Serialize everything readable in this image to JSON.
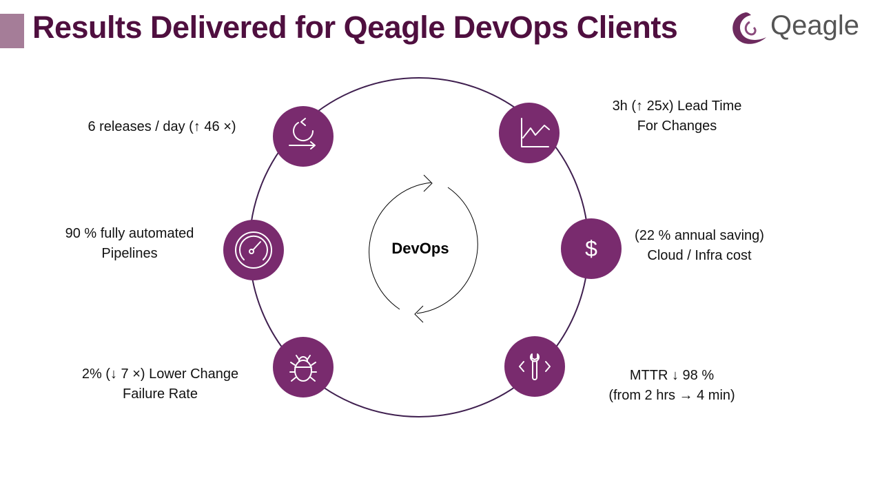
{
  "title": "Results Delivered for Qeagle DevOps Clients",
  "logo": {
    "text": "Qeagle"
  },
  "center_label": "DevOps",
  "colors": {
    "title": "#4f0f3f",
    "accent": "#a57d98",
    "node": "#792b6e",
    "ring": "#3f1f4f"
  },
  "metrics": [
    {
      "icon": "release-cycle-icon",
      "lines": [
        "6 releases / day (↑ 46 ×)"
      ]
    },
    {
      "icon": "line-chart-icon",
      "lines": [
        "3h (↑ 25x) Lead Time",
        "For Changes"
      ]
    },
    {
      "icon": "gauge-icon",
      "lines": [
        "90 % fully automated",
        "Pipelines"
      ]
    },
    {
      "icon": "dollar-icon",
      "lines": [
        "(22 % annual saving)",
        "Cloud / Infra cost"
      ]
    },
    {
      "icon": "bug-icon",
      "lines": [
        "2% (↓ 7 ×) Lower Change",
        "Failure Rate"
      ]
    },
    {
      "icon": "wrench-code-icon",
      "lines": [
        "MTTR ↓ 98 %",
        "(from 2 hrs → 4 min)"
      ]
    }
  ]
}
